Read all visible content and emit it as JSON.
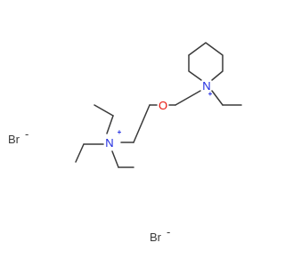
{
  "colors": {
    "bond": "#3a3a3a",
    "nitrogen": "#1c28e0",
    "oxygen": "#e8140c",
    "bromine": "#3a3a3a"
  },
  "atoms": {
    "n_piperidinium": {
      "symbol": "N",
      "charge": "+"
    },
    "n_ammonium": {
      "symbol": "N",
      "charge": "+"
    },
    "oxygen": {
      "symbol": "O"
    }
  },
  "counterions": [
    {
      "symbol": "Br",
      "charge": "-"
    },
    {
      "symbol": "Br",
      "charge": "-"
    }
  ]
}
